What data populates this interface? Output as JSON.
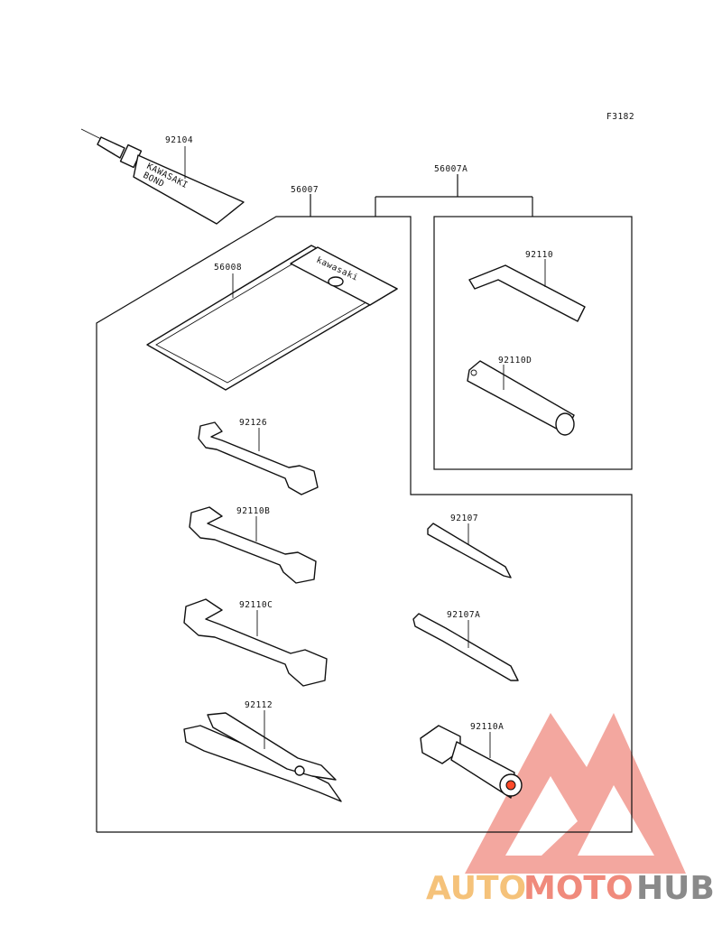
{
  "diagram": {
    "ref_code": "F3182",
    "parts": {
      "bond": "92104",
      "bond_tube_text_1": "KAWASAKI",
      "bond_tube_text_2": "BOND",
      "tool_kit": "56007",
      "tool_bag": "56008",
      "bag_brand": "kawasaki",
      "sub_kit": "56007A",
      "hex_wrench": "92110",
      "spark_plug_wrench_d": "92110D",
      "wrench_1": "92126",
      "wrench_2": "92110B",
      "wrench_3": "92110C",
      "pliers": "92112",
      "screwdriver_1": "92107",
      "screwdriver_2": "92107A",
      "box_wrench": "92110A"
    }
  },
  "watermark": {
    "part1": "AUTO",
    "part2": "MOTO",
    "part3": "HUB",
    "color1": "#f5c27a",
    "color2": "#f08a7c",
    "color3": "#8a8a8a",
    "triangle_color": "#f08080"
  }
}
